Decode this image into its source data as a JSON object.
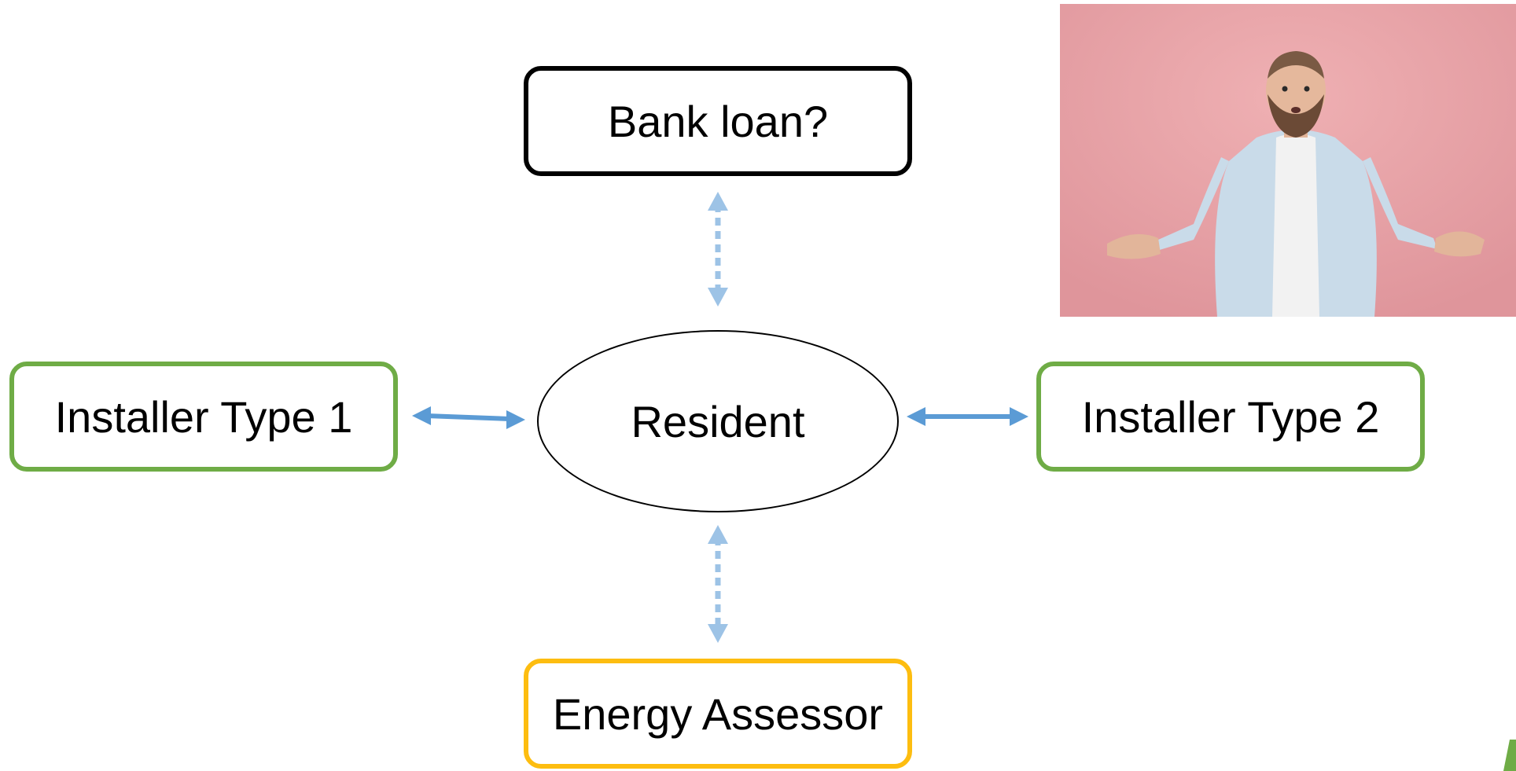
{
  "diagram": {
    "center": {
      "label": "Resident"
    },
    "top": {
      "label": "Bank loan?"
    },
    "left": {
      "label": "Installer Type 1"
    },
    "right": {
      "label": "Installer Type 2"
    },
    "bottom": {
      "label": "Energy Assessor"
    }
  },
  "colors": {
    "green_border": "#6fac46",
    "yellow_border": "#fdbd10",
    "solid_arrow": "#5b9bd5",
    "dotted_arrow": "#9dc3e6",
    "photo_background": "#e7a0a4"
  },
  "photo": {
    "subject": "man-shrugging",
    "icon": "shrug-photo"
  }
}
